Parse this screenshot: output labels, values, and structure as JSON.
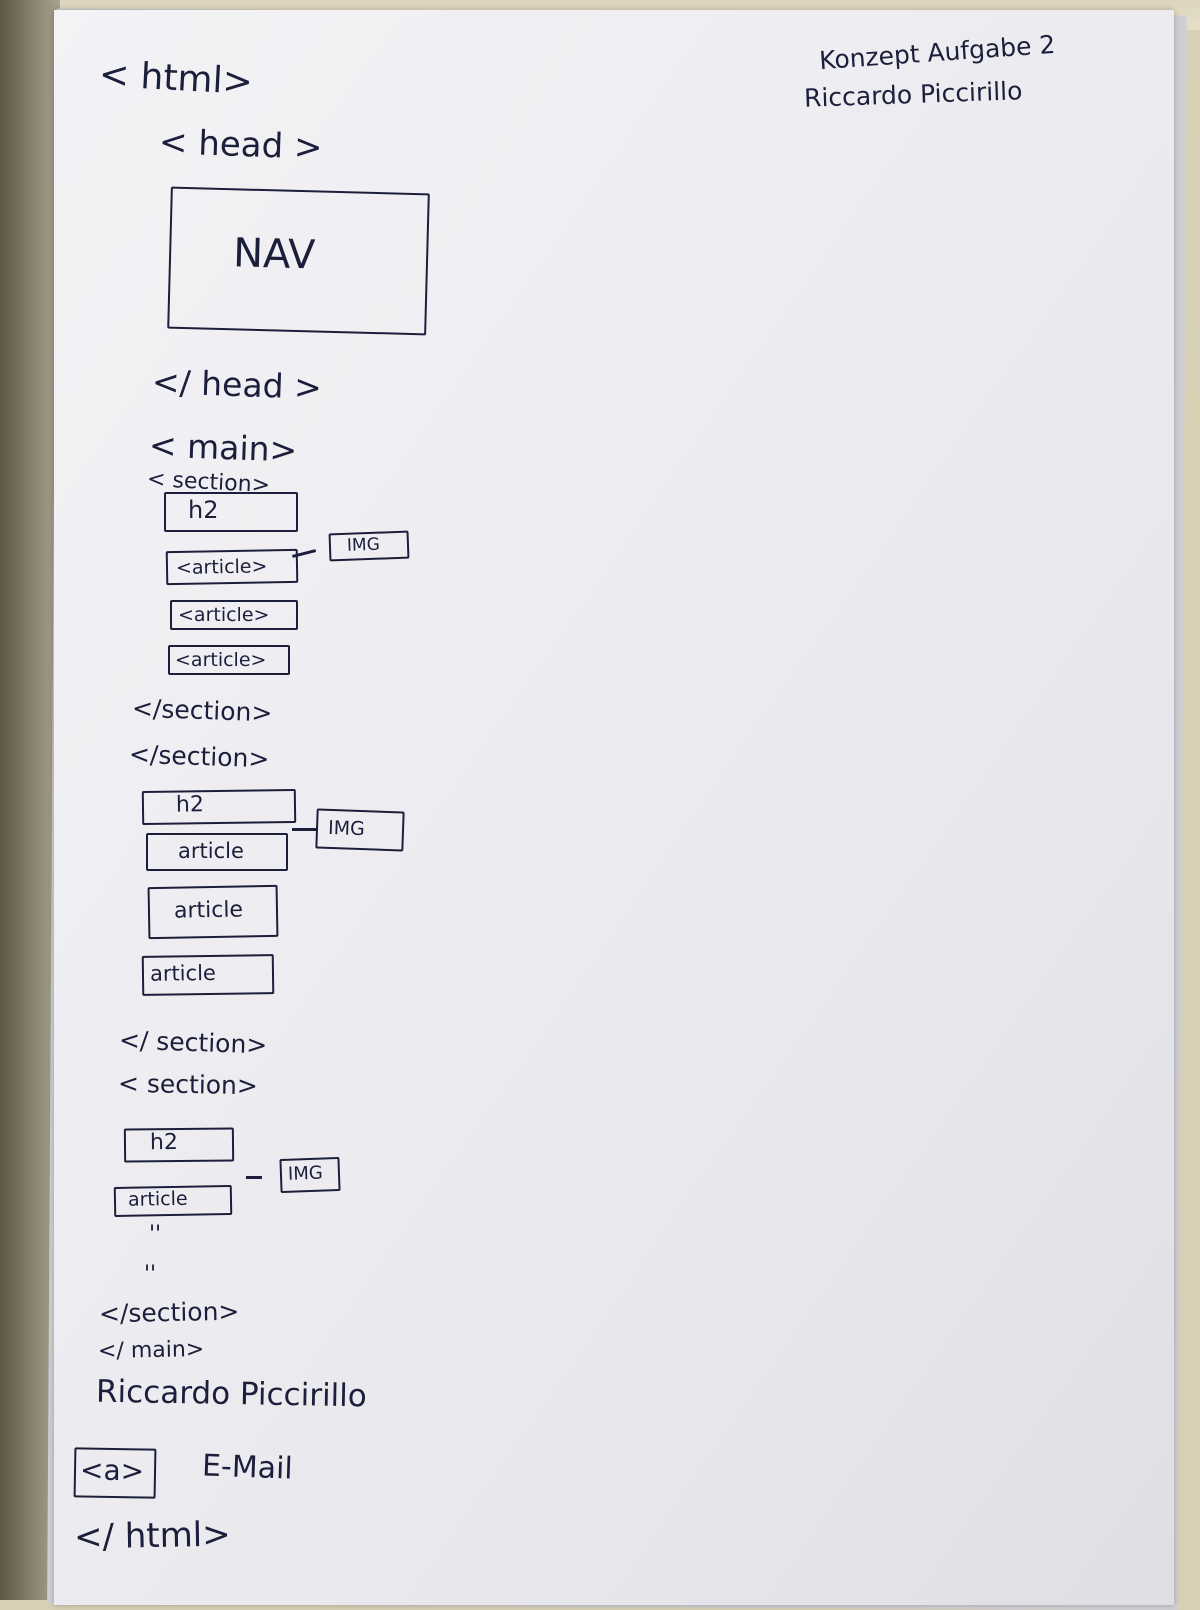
{
  "header": {
    "line1": "Konzept Aufgabe 2",
    "line2": "Riccardo Piccirillo"
  },
  "tags": {
    "html_open": "< html>",
    "head_open": "< head >",
    "nav_box": "NAV",
    "head_close": "</ head >",
    "main_open": "< main>",
    "section1_open": "< section>",
    "section1_h2": "h2",
    "section1_img": "IMG",
    "section1_article1": "<article>",
    "section1_article2": "<article>",
    "section1_article3": "<article>",
    "section1_close": "</section>",
    "section2_open": "</section>",
    "section2_h2": "h2",
    "section2_img": "IMG",
    "section2_article1": "article",
    "section2_article2": "article",
    "section2_article3": "article",
    "section2_close": "</ section>",
    "section3_open": "< section>",
    "section3_h2": "h2",
    "section3_img": "IMG",
    "section3_article": "article",
    "ditto1": "''",
    "ditto2": "''",
    "section3_close": "</section>",
    "main_close": "</ main>",
    "footer_name": "Riccardo Piccirillo",
    "anchor_tag": "<a>",
    "anchor_label": "E-Mail",
    "html_close": "</ html>"
  }
}
